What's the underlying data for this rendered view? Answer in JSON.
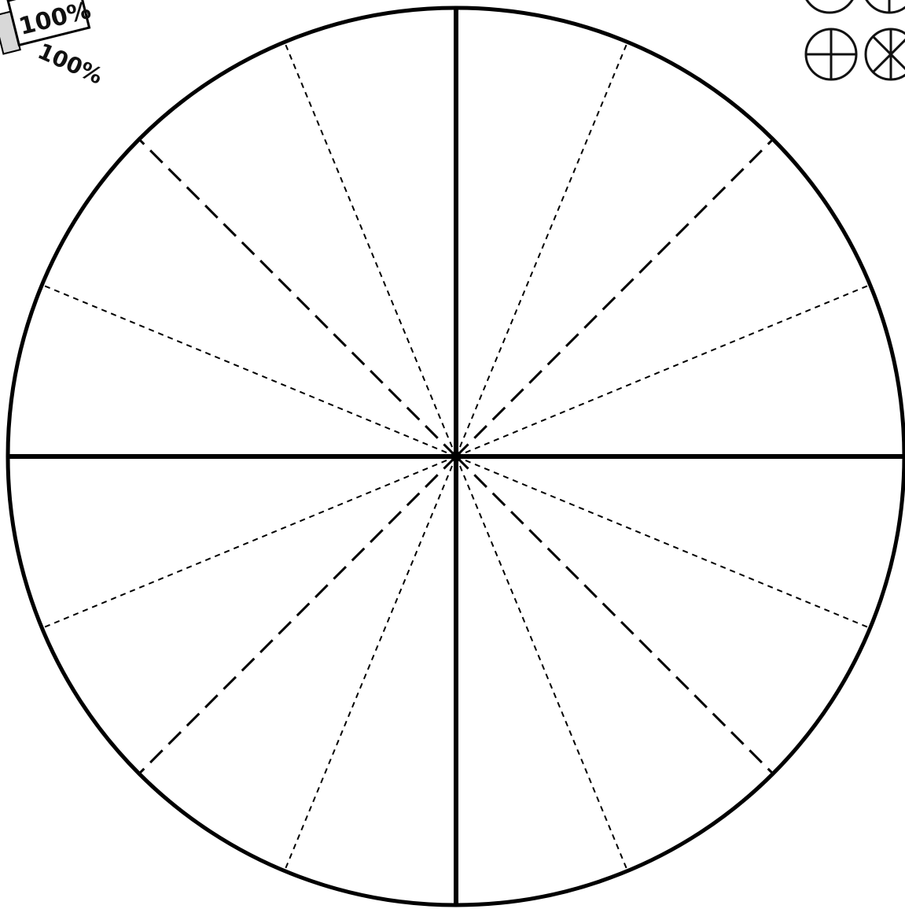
{
  "logo": {
    "box_text": "100%",
    "handwritten_text": "100%"
  },
  "diagram": {
    "circle": {
      "stroke_color": "#000000",
      "fill_color": "#ffffff"
    },
    "solid_dividers": {
      "count": 4,
      "angles_deg": [
        0,
        90,
        180,
        270
      ]
    },
    "long_dash_dividers": {
      "count": 4,
      "angles_deg": [
        45,
        135,
        225,
        315
      ]
    },
    "short_dash_dividers": {
      "count": 8,
      "angles_deg": [
        22.5,
        67.5,
        112.5,
        157.5,
        202.5,
        247.5,
        292.5,
        337.5
      ]
    }
  },
  "legend_icons": [
    {
      "name": "circle-whole-icon"
    },
    {
      "name": "circle-halves-icon"
    },
    {
      "name": "circle-quarters-icon"
    },
    {
      "name": "circle-eighths-icon"
    }
  ]
}
